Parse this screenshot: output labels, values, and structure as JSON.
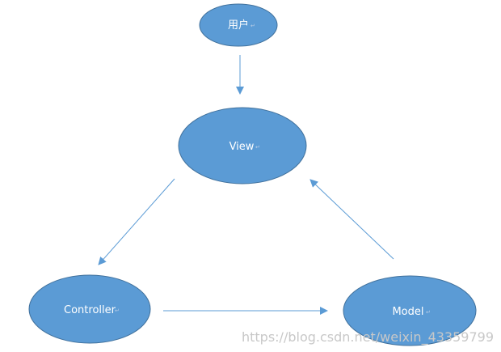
{
  "nodes": {
    "user": {
      "label": "用户"
    },
    "view": {
      "label": "View"
    },
    "controller": {
      "label": "Controller"
    },
    "model": {
      "label": "Model"
    }
  },
  "edges": [
    {
      "from": "user",
      "to": "view"
    },
    {
      "from": "view",
      "to": "controller"
    },
    {
      "from": "controller",
      "to": "model"
    },
    {
      "from": "model",
      "to": "view"
    }
  ],
  "watermark": "https://blog.csdn.net/weixin_43359799",
  "colors": {
    "node_fill": "#5b9bd5",
    "node_stroke": "#41719c",
    "edge": "#5b9bd5",
    "label": "#ffffff"
  }
}
